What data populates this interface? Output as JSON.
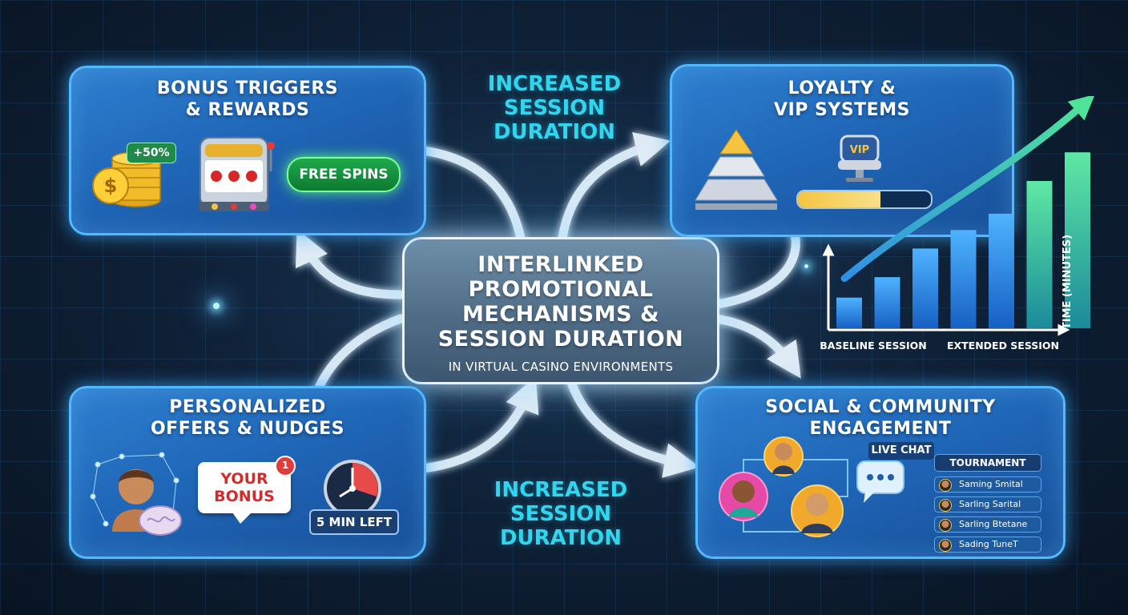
{
  "center": {
    "title_lines": [
      "INTERLINKED",
      "PROMOTIONAL",
      "MECHANISMS &",
      "SESSION DURATION"
    ],
    "subtitle": "IN VIRTUAL CASINO ENVIRONMENTS"
  },
  "flow_labels": {
    "top": [
      "INCREASED",
      "SESSION",
      "DURATION"
    ],
    "bottom": [
      "INCREASED",
      "SESSION",
      "DURATION"
    ]
  },
  "panels": {
    "bonus": {
      "title_lines": [
        "BONUS TRIGGERS",
        "& REWARDS"
      ],
      "coin_tag": "+50%",
      "free_spins": "FREE SPINS"
    },
    "loyalty": {
      "title_lines": [
        "LOYALTY &",
        "VIP SYSTEMS"
      ],
      "vip_label": "VIP",
      "progress": 0.62
    },
    "personalized": {
      "title_lines": [
        "PERSONALIZED",
        "OFFERS & NUDGES"
      ],
      "bonus_card": [
        "YOUR",
        "BONUS"
      ],
      "notification_count": "1",
      "timer_label": "5 MIN LEFT"
    },
    "social": {
      "title_lines": [
        "SOCIAL & COMMUNITY",
        "ENGAGEMENT"
      ],
      "live_chat": "LIVE CHAT",
      "tournament_title": "TOURNAMENT",
      "tournament_rows": [
        "Saming Smital",
        "Sarling Sarital",
        "Sarling Btetane",
        "Sading TuneT"
      ]
    }
  },
  "chart_data": {
    "type": "bar",
    "ylabel": "TIME (MINUTES)",
    "xlabels": [
      "BASELINE SESSION",
      "EXTENDED SESSION"
    ],
    "values": [
      1.5,
      2.5,
      3.9,
      4.8,
      5.6,
      7.2,
      8.6
    ],
    "trend": "increasing"
  },
  "colors": {
    "accent": "#2fd6ee",
    "panel_border": "#52b8ff",
    "free_spins_green": "#1fa84a",
    "bar_blue": "#2f8fe6",
    "bar_green": "#3ed39a"
  }
}
